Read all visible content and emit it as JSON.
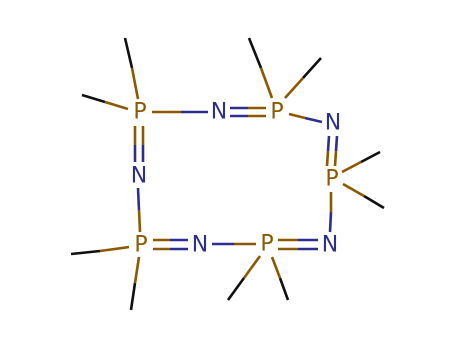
{
  "molecule": {
    "colors": {
      "P": "#8B5A00",
      "N": "#2E2E91",
      "C": "#111111",
      "background": "#FFFFFF"
    },
    "atoms": [
      {
        "label": "P",
        "element": "P"
      },
      {
        "label": "N",
        "element": "N"
      },
      {
        "label": "P",
        "element": "P"
      },
      {
        "label": "N",
        "element": "N"
      },
      {
        "label": "P",
        "element": "P"
      },
      {
        "label": "N",
        "element": "N"
      },
      {
        "label": "P",
        "element": "P"
      },
      {
        "label": "N",
        "element": "N"
      },
      {
        "label": "P",
        "element": "P"
      },
      {
        "label": "N",
        "element": "N"
      }
    ]
  }
}
